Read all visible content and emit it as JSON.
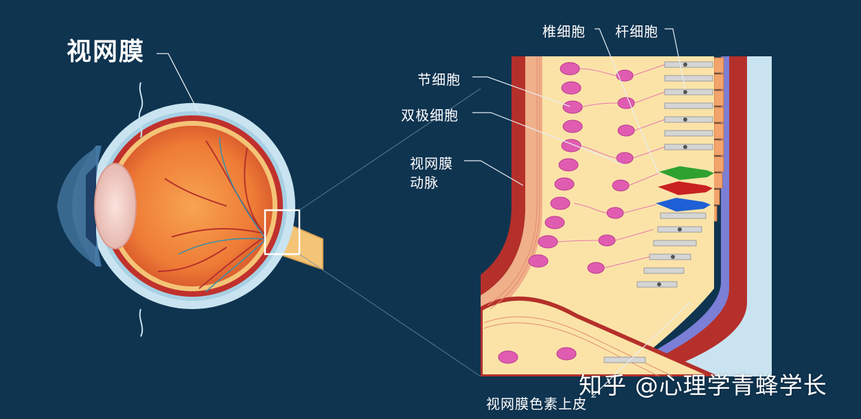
{
  "title": "视网膜",
  "labels": {
    "cone_cell": "椎细胞",
    "rod_cell": "杆细胞",
    "ganglion_cell": "节细胞",
    "bipolar_cell": "双极细胞",
    "retinal_artery_line1": "视网膜",
    "retinal_artery_line2": "动脉",
    "rpe": "视网膜色素上皮"
  },
  "watermark": "知乎 @心理学青蜂学长",
  "colors": {
    "background": "#0f3450",
    "sclera": "#c9e4f0",
    "choroid": "#b5302a",
    "retina_layer": "#fbe3a8",
    "ganglion": "#e05cb0",
    "cone_green": "#2fa12f",
    "cone_red": "#c92121",
    "cone_blue": "#1e5fd6"
  }
}
